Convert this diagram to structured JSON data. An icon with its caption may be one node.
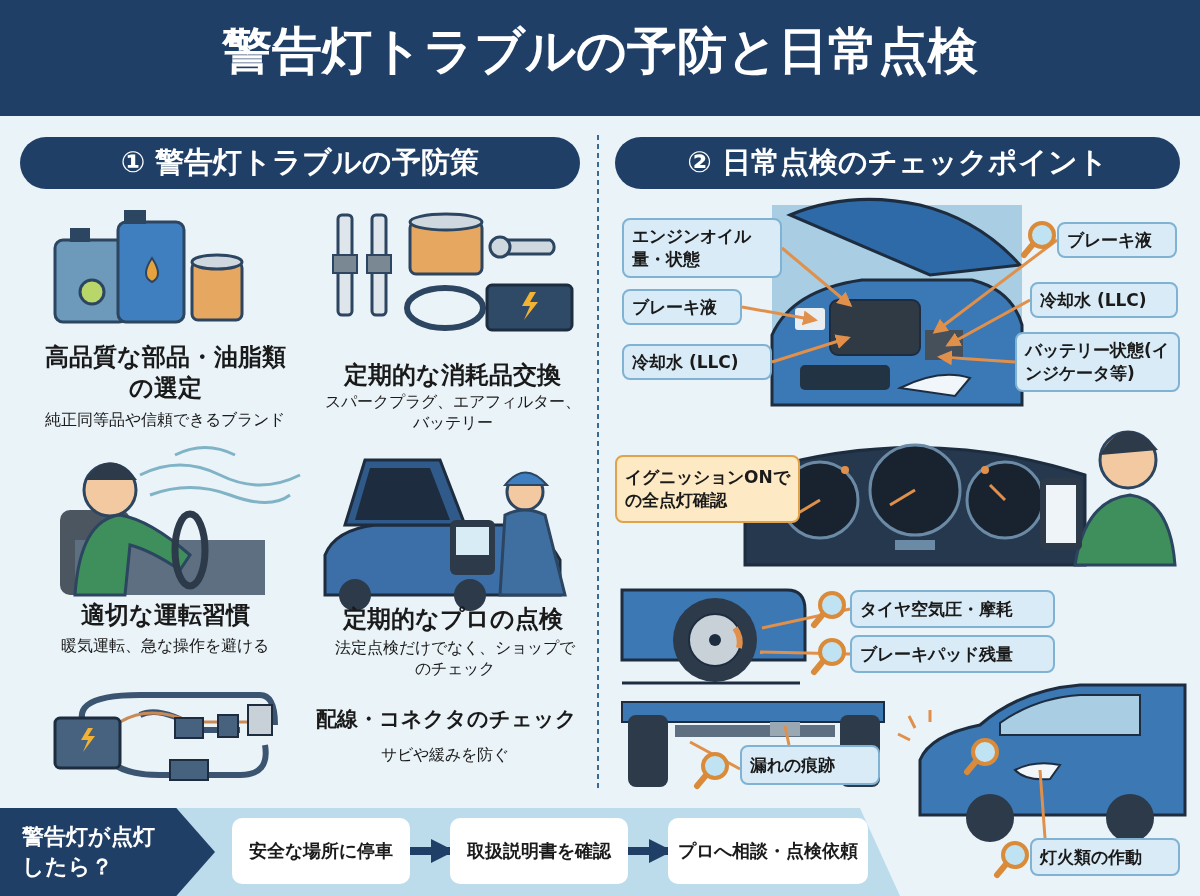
{
  "diagram": {
    "title": "警告灯トラブルの予防と日常点検",
    "nodes": [
      {
        "text": [
          "① 警告灯トラブルの予防策"
        ]
      },
      {
        "text": [
          "② 日常点検のチェックポイント"
        ]
      },
      {
        "text": [
          "エンジンオイル量・状態"
        ]
      },
      {
        "text": [
          "ブレーキ液"
        ]
      },
      {
        "text": [
          "ブレーキ液"
        ]
      },
      {
        "text": [
          "冷却水 (LLC)"
        ]
      },
      {
        "text": [
          "冷却水 (LLC)"
        ]
      },
      {
        "text": [
          "バッテリー状態(インジケータ等)"
        ]
      },
      {
        "text": [
          "イグニッションONでの全点灯確認"
        ]
      },
      {
        "text": [
          "タイヤ空気圧・摩耗"
        ]
      },
      {
        "text": [
          "ブレーキパッド残量"
        ]
      },
      {
        "text": [
          "漏れの痕跡"
        ]
      },
      {
        "text": [
          "灯火類の作動"
        ]
      },
      {
        "text": [
          "警告灯が点灯したら？"
        ]
      },
      {
        "text": [
          "安全な場所に停車"
        ]
      },
      {
        "text": [
          "取扱説明書を確認"
        ]
      },
      {
        "text": [
          "プロへ相談・点検依頼"
        ]
      }
    ],
    "edges": [
      {
        "from": 2,
        "to": null,
        "arrow": "to"
      },
      {
        "from": 3,
        "to": null,
        "arrow": "to"
      },
      {
        "from": 4,
        "to": null,
        "arrow": "to"
      },
      {
        "from": 5,
        "to": null,
        "arrow": "to"
      },
      {
        "from": 6,
        "to": null,
        "arrow": "to"
      },
      {
        "from": 7,
        "to": null,
        "arrow": "to"
      },
      {
        "from": 9,
        "to": null,
        "arrow": "none"
      },
      {
        "from": 10,
        "to": null,
        "arrow": "none"
      },
      {
        "from": 11,
        "to": null,
        "arrow": "none"
      },
      {
        "from": 11,
        "to": null,
        "arrow": "none"
      },
      {
        "from": 12,
        "to": null,
        "arrow": "none"
      },
      {
        "from": 14,
        "to": 15,
        "arrow": "to",
        "style": "thick",
        "color": "#1f3f66"
      },
      {
        "from": 15,
        "to": 16,
        "arrow": "to",
        "style": "thick",
        "color": "#1f3f66"
      }
    ],
    "labels": [
      "高品質な部品・油脂類の選定",
      "純正同等品や信頼できるブランド",
      "定期的な消耗品交換",
      "スパークプラグ、エアフィルター、バッテリー",
      "適切な運転習慣",
      "暖気運転、急な操作を避ける",
      "定期的なプロの点検",
      "法定点検だけでなく、ショップでのチェック",
      "配線・コネクタのチェック",
      "サビや緩みを防ぐ"
    ]
  }
}
